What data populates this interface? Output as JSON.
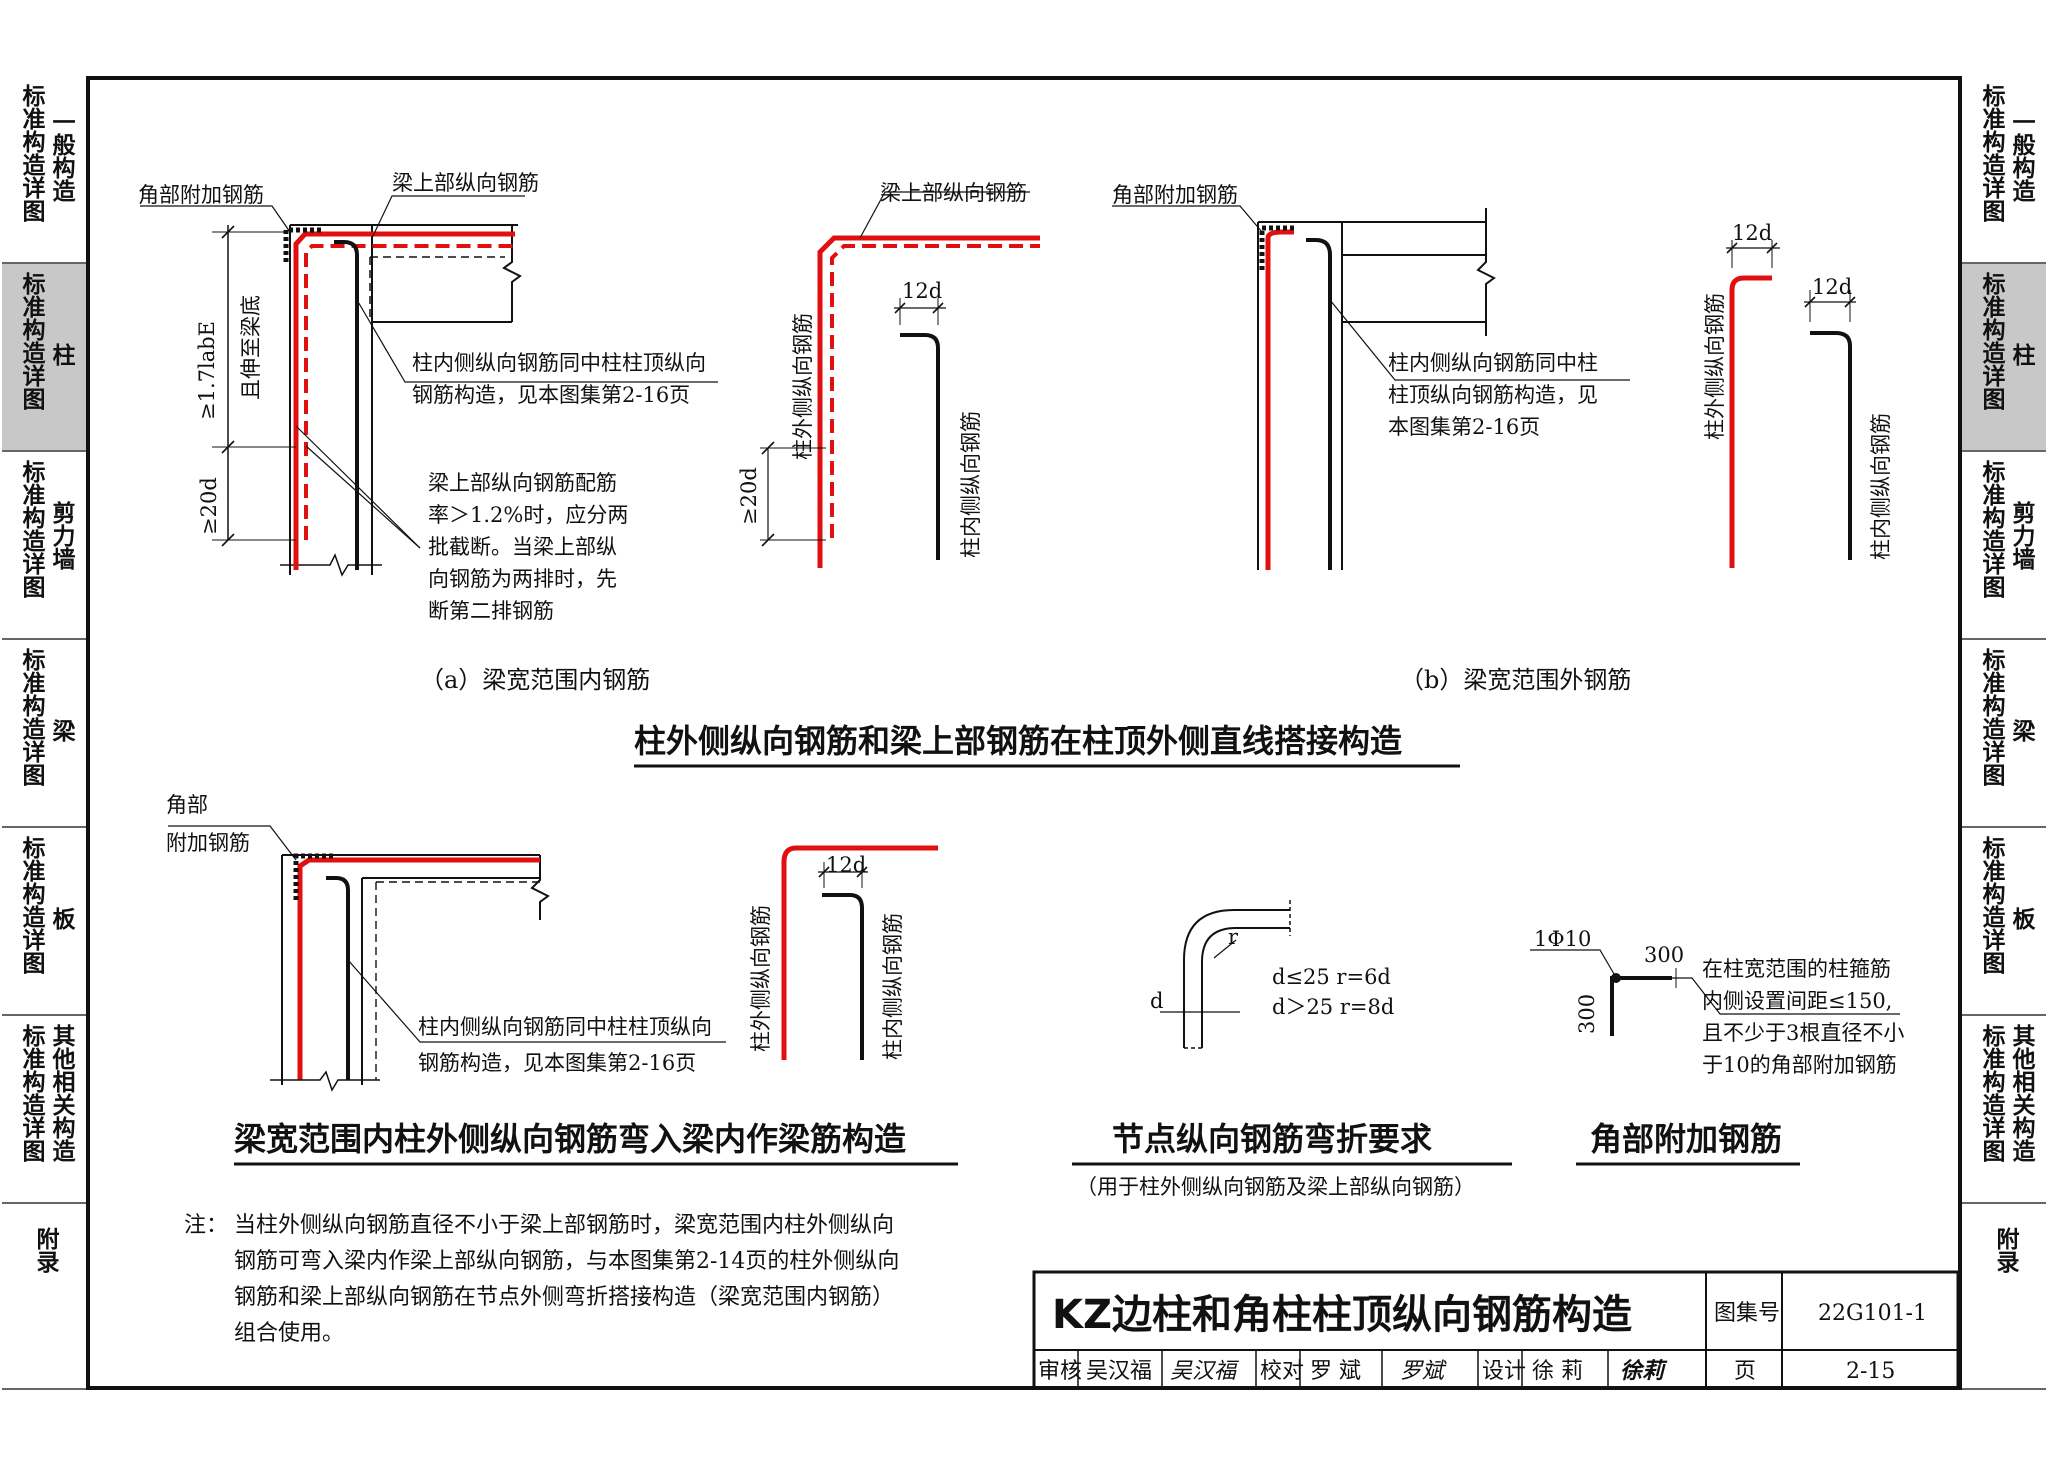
{
  "side_tabs": [
    {
      "col1": "标准构造详图",
      "col2": "一般构造",
      "active": false
    },
    {
      "col1": "标准构造详图",
      "col2": "柱",
      "active": true
    },
    {
      "col1": "标准构造详图",
      "col2": "剪力墙",
      "active": false
    },
    {
      "col1": "标准构造详图",
      "col2": "梁",
      "active": false
    },
    {
      "col1": "标准构造详图",
      "col2": "板",
      "active": false
    },
    {
      "col1": "标准构造详图",
      "col2": "其他相关构造",
      "active": false
    },
    {
      "col1": "",
      "col2": "附录",
      "active": false
    }
  ],
  "fig_a": {
    "corner_label": "角部附加钢筋",
    "beam_top_label": "梁上部纵向钢筋",
    "inner_note_1": "柱内侧纵向钢筋同中柱柱顶纵向",
    "inner_note_2": "钢筋构造，见本图集第2-16页",
    "ratio_note": [
      "梁上部纵向钢筋配筋",
      "率＞1.2%时，应分两",
      "批截断。当梁上部纵",
      "向钢筋为两排时，先",
      "断第二排钢筋"
    ],
    "dim_top": "≥1.7labE",
    "dim_top_sub": "且伸至梁底",
    "dim_bottom": "≥20d",
    "caption": "（a）梁宽范围内钢筋"
  },
  "fig_a_detail": {
    "beam_top_label": "梁上部纵向钢筋",
    "outer_label": "柱外侧纵向钢筋",
    "inner_label": "柱内侧纵向钢筋",
    "dim_12d": "12d",
    "dim_20d": "≥20d"
  },
  "fig_b": {
    "corner_label": "角部附加钢筋",
    "inner_note": [
      "柱内侧纵向钢筋同中柱",
      "柱顶纵向钢筋构造，见",
      "本图集第2-16页"
    ],
    "caption": "（b）梁宽范围外钢筋",
    "outer_label": "柱外侧纵向钢筋",
    "inner_label": "柱内侧纵向钢筋",
    "dim_12d": "12d"
  },
  "section1_title": "柱外侧纵向钢筋和梁上部钢筋在柱顶外侧直线搭接构造",
  "fig_c": {
    "corner_label_1": "角部",
    "corner_label_2": "附加钢筋",
    "inner_note_1": "柱内侧纵向钢筋同中柱柱顶纵向",
    "inner_note_2": "钢筋构造，见本图集第2-16页",
    "outer_label": "柱外侧纵向钢筋",
    "inner_label": "柱内侧纵向钢筋",
    "dim_12d": "12d",
    "title": "梁宽范围内柱外侧纵向钢筋弯入梁内作梁筋构造"
  },
  "fig_bend": {
    "d": "d",
    "r": "r",
    "rule1": "d≤25    r=6d",
    "rule2": "d＞25    r=8d",
    "title": "节点纵向钢筋弯折要求",
    "subtitle": "（用于柱外侧纵向钢筋及梁上部纵向钢筋）"
  },
  "fig_corner": {
    "bar": "1Φ10",
    "dim_h": "300",
    "dim_v": "300",
    "note": [
      "在柱宽范围的柱箍筋",
      "内侧设置间距≤150,",
      "且不少于3根直径不小",
      "于10的角部附加钢筋"
    ],
    "title": "角部附加钢筋"
  },
  "note": {
    "prefix": "注：",
    "lines": [
      "当柱外侧纵向钢筋直径不小于梁上部钢筋时，梁宽范围内柱外侧纵向",
      "钢筋可弯入梁内作梁上部纵向钢筋，与本图集第2-14页的柱外侧纵向",
      "钢筋和梁上部纵向钢筋在节点外侧弯折搭接构造（梁宽范围内钢筋）",
      "组合使用。"
    ]
  },
  "title_block": {
    "title": "KZ边柱和角柱柱顶纵向钢筋构造",
    "atlas_label": "图集号",
    "atlas_no": "22G101-1",
    "review_label": "审核",
    "reviewer": "吴汉福",
    "reviewer_sig": "吴汉福",
    "check_label": "校对",
    "checker": "罗  斌",
    "checker_sig": "罗斌",
    "design_label": "设计",
    "designer": "徐  莉",
    "designer_sig": "徐莉",
    "page_label": "页",
    "page_no": "2-15"
  },
  "colors": {
    "rebar": "#e01010",
    "line": "#111111",
    "active_tab": "#c8c8c8"
  }
}
